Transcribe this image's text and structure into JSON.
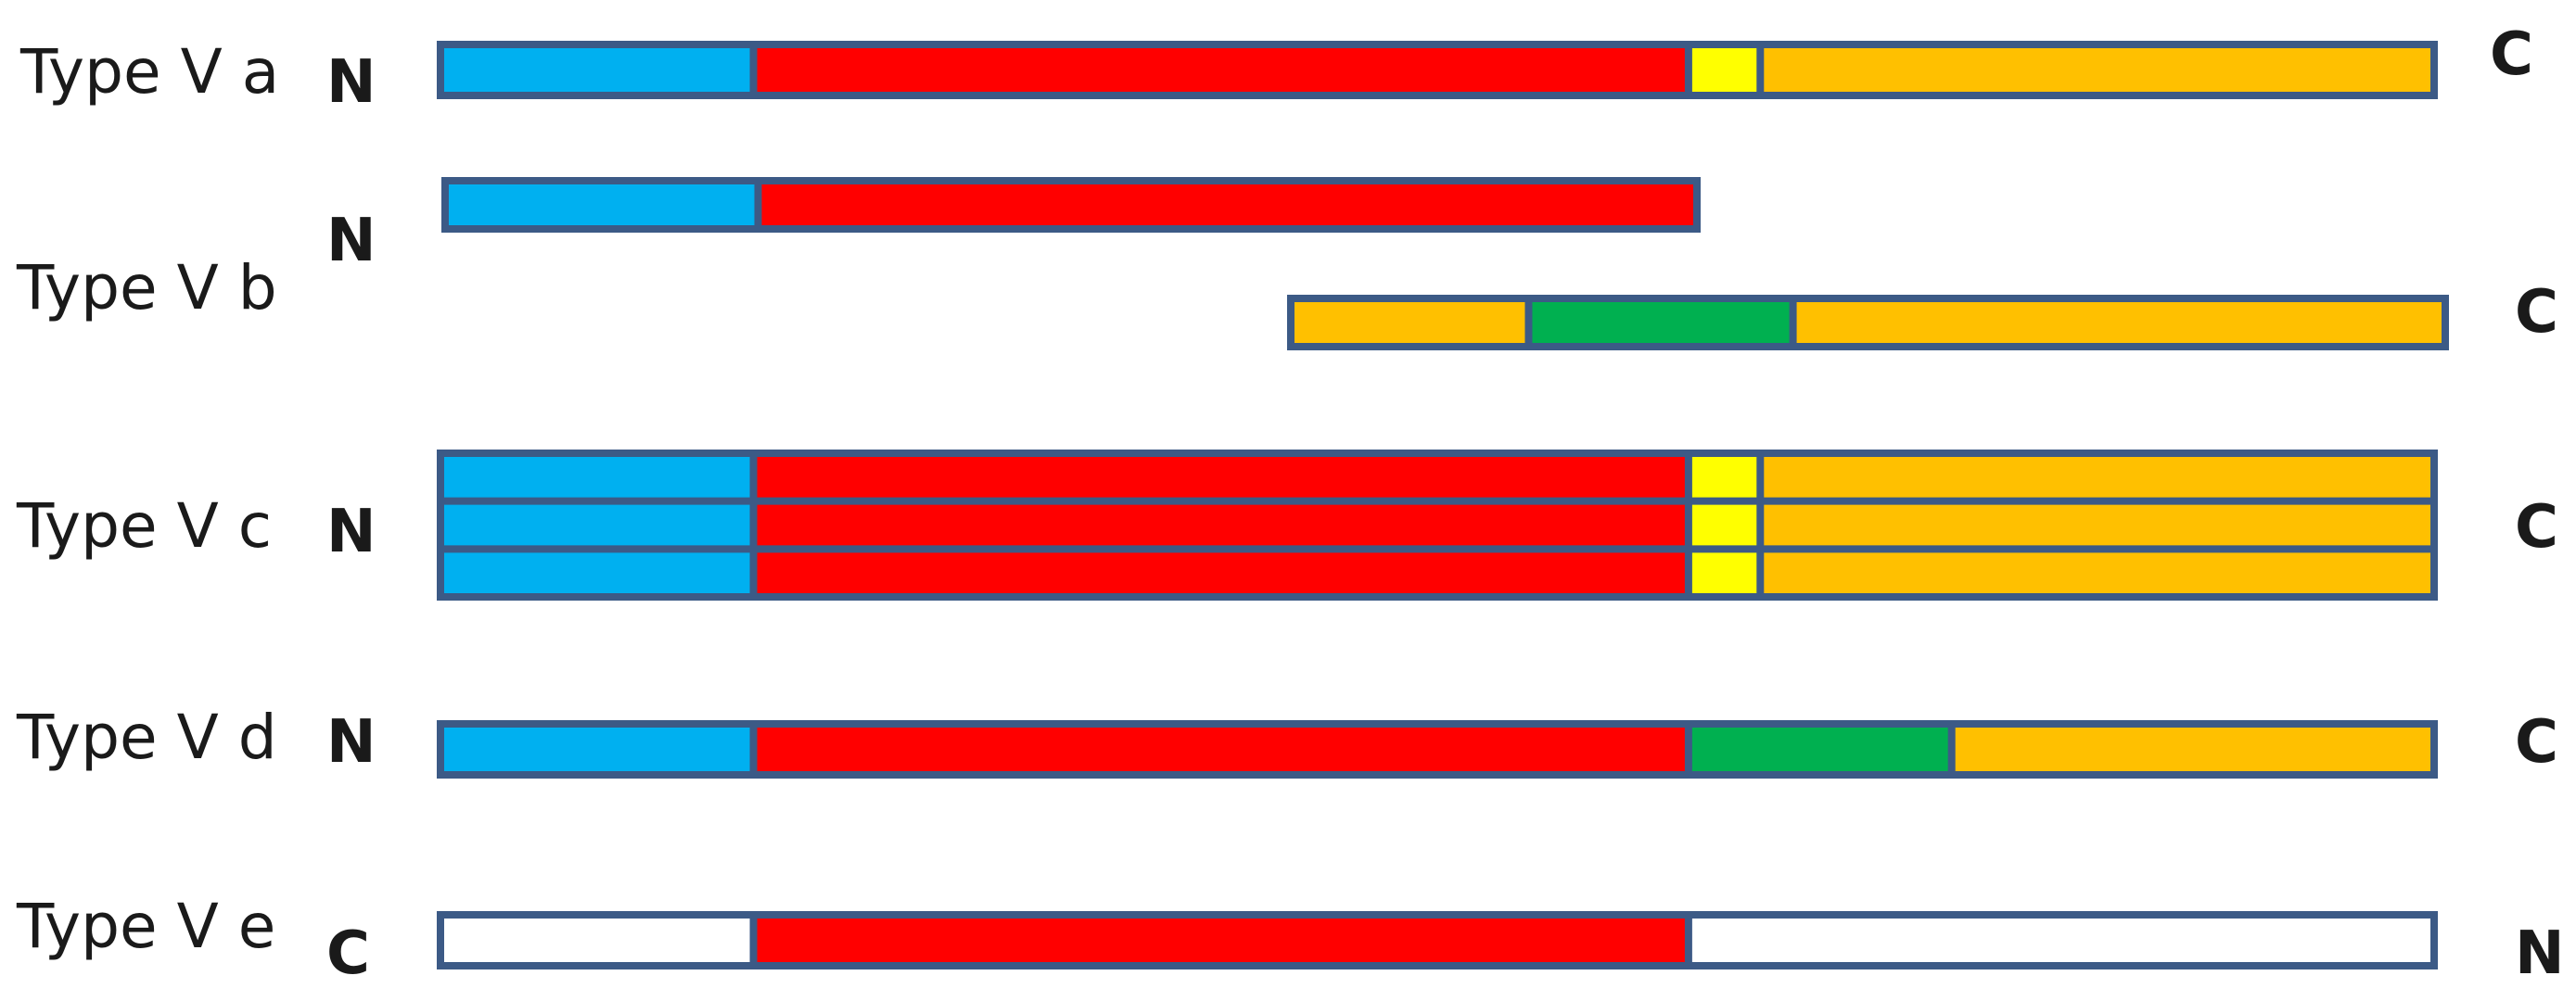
{
  "colors": {
    "blue": "#00b0f0",
    "red": "#ff0000",
    "yellow": "#ffff00",
    "orange": "#ffc000",
    "green": "#00b050",
    "white": "#ffffff",
    "outline": "#3c5a86"
  },
  "types": [
    {
      "id": "va",
      "label": "Type V a",
      "proteins": [
        {
          "left_terminus": "N",
          "right_terminus": "C",
          "stack": 1,
          "segments": [
            {
              "color": "blue",
              "fraction": 0.157
            },
            {
              "color": "red",
              "fraction": 0.469
            },
            {
              "color": "yellow",
              "fraction": 0.036
            },
            {
              "color": "orange",
              "fraction": 0.338
            }
          ]
        }
      ]
    },
    {
      "id": "vb",
      "label": "Type V b",
      "proteins": [
        {
          "left_terminus": "N",
          "right_terminus": "",
          "stack": 1,
          "segments": [
            {
              "color": "blue",
              "fraction": 0.25
            },
            {
              "color": "red",
              "fraction": 0.75
            }
          ]
        },
        {
          "left_terminus": "",
          "right_terminus": "C",
          "stack": 1,
          "segments": [
            {
              "color": "orange",
              "fraction": 0.206
            },
            {
              "color": "green",
              "fraction": 0.229
            },
            {
              "color": "orange",
              "fraction": 0.565
            }
          ]
        }
      ]
    },
    {
      "id": "vc",
      "label": "Type V c",
      "proteins": [
        {
          "left_terminus": "N",
          "right_terminus": "C",
          "stack": 3,
          "segments": [
            {
              "color": "blue",
              "fraction": 0.157
            },
            {
              "color": "red",
              "fraction": 0.469
            },
            {
              "color": "yellow",
              "fraction": 0.036
            },
            {
              "color": "orange",
              "fraction": 0.338
            }
          ]
        }
      ]
    },
    {
      "id": "vd",
      "label": "Type V d",
      "proteins": [
        {
          "left_terminus": "N",
          "right_terminus": "C",
          "stack": 1,
          "segments": [
            {
              "color": "blue",
              "fraction": 0.157
            },
            {
              "color": "red",
              "fraction": 0.469
            },
            {
              "color": "green",
              "fraction": 0.132
            },
            {
              "color": "orange",
              "fraction": 0.242
            }
          ]
        }
      ]
    },
    {
      "id": "ve",
      "label": "Type V e",
      "proteins": [
        {
          "left_terminus": "C",
          "right_terminus": "N",
          "stack": 1,
          "segments": [
            {
              "color": "white",
              "fraction": 0.157
            },
            {
              "color": "red",
              "fraction": 0.469
            },
            {
              "color": "white",
              "fraction": 0.374
            }
          ]
        }
      ]
    }
  ]
}
